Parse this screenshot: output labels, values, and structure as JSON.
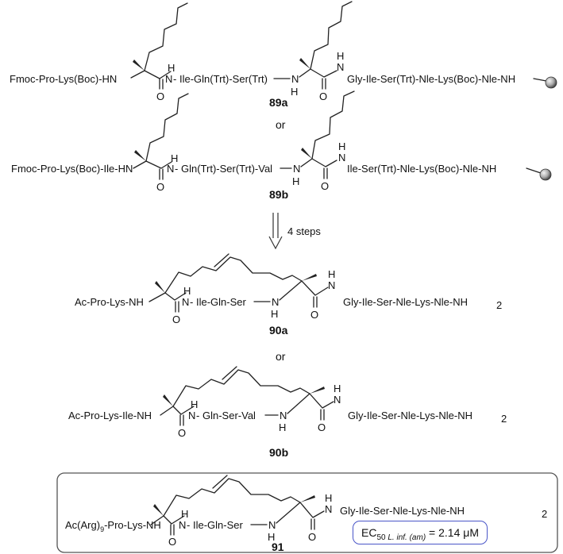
{
  "c89a": {
    "left": "Fmoc-Pro-Lys(Boc)-HN",
    "mid": "Ile-Gln(Trt)-Ser(Trt)",
    "right": "Gly-Ile-Ser(Trt)-Nle-Lys(Boc)-Nle-NH",
    "label": "89a"
  },
  "c89b": {
    "left": "Fmoc-Pro-Lys(Boc)-Ile-HN",
    "mid": "Gln(Trt)-Ser(Trt)-Val",
    "right": "Ile-Ser(Trt)-Nle-Lys(Boc)-Nle-NH",
    "label": "89b"
  },
  "or_text": "or",
  "arrow_label": "4 steps",
  "c90a": {
    "left": "Ac-Pro-Lys-NH",
    "mid": "Ile-Gln-Ser",
    "right": "Gly-Ile-Ser-Nle-Lys-Nle-NH",
    "label": "90a"
  },
  "c90b": {
    "left": "Ac-Pro-Lys-Ile-NH",
    "mid": "Gln-Ser-Val",
    "right": "Gly-Ile-Ser-Nle-Lys-Nle-NH",
    "label": "90b"
  },
  "c91": {
    "left": "Ac(Arg)",
    "left_sub": "9",
    "left_rest": "-Pro-Lys-NH",
    "mid": "Ile-Gln-Ser",
    "right": "Gly-Ile-Ser-Nle-Lys-Nle-NH",
    "label": "91"
  },
  "atoms": {
    "N": "N",
    "H": "H",
    "O": "O",
    "sub2": "2",
    "dash": "-"
  },
  "ec50": {
    "prefix": "EC",
    "sub1": "50",
    "species": "L. inf. (am)",
    "value": "= 2.14 μM"
  }
}
